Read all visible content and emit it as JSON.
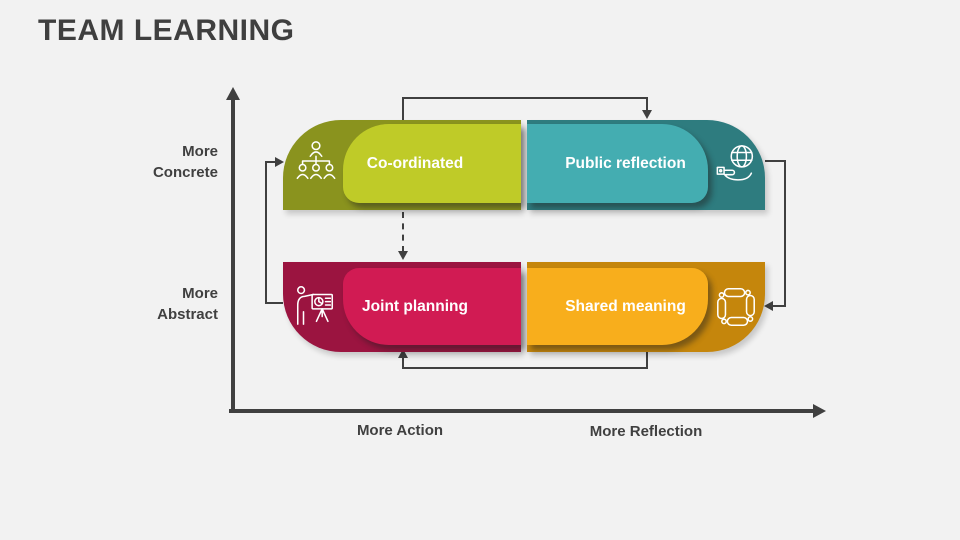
{
  "slide": {
    "title": "TEAM LEARNING",
    "title_color": "#3F3F3F",
    "background_color": "#F2F2F2"
  },
  "axes": {
    "color": "#404040",
    "y_axis": {
      "top_label": "More Concrete",
      "bottom_label": "More Abstract"
    },
    "x_axis": {
      "left_label": "More Action",
      "right_label": "More Reflection"
    }
  },
  "connector_color": "#404040",
  "quadrants": [
    {
      "id": "coordinated",
      "position": "top-left",
      "label": "Co-ordinated",
      "icon": "org-chart-icon",
      "outer_color": "#8A931E",
      "inner_color": "#BFCB28"
    },
    {
      "id": "public-reflection",
      "position": "top-right",
      "label": "Public reflection",
      "icon": "globe-in-hand-icon",
      "outer_color": "#2E7C7F",
      "inner_color": "#44ADB1"
    },
    {
      "id": "joint-planning",
      "position": "bottom-left",
      "label": "Joint planning",
      "icon": "presentation-board-icon",
      "outer_color": "#9B1440",
      "inner_color": "#D11B53"
    },
    {
      "id": "shared-meaning",
      "position": "bottom-right",
      "label": "Shared meaning",
      "icon": "roundtable-icon",
      "outer_color": "#C5860C",
      "inner_color": "#F8AE1C"
    }
  ],
  "flow": {
    "cycle": [
      "Joint planning → Co-ordinated",
      "Co-ordinated → Public reflection",
      "Public reflection → Shared meaning",
      "Shared meaning → Joint planning"
    ],
    "dashed_link": "Co-ordinated → Joint planning"
  }
}
